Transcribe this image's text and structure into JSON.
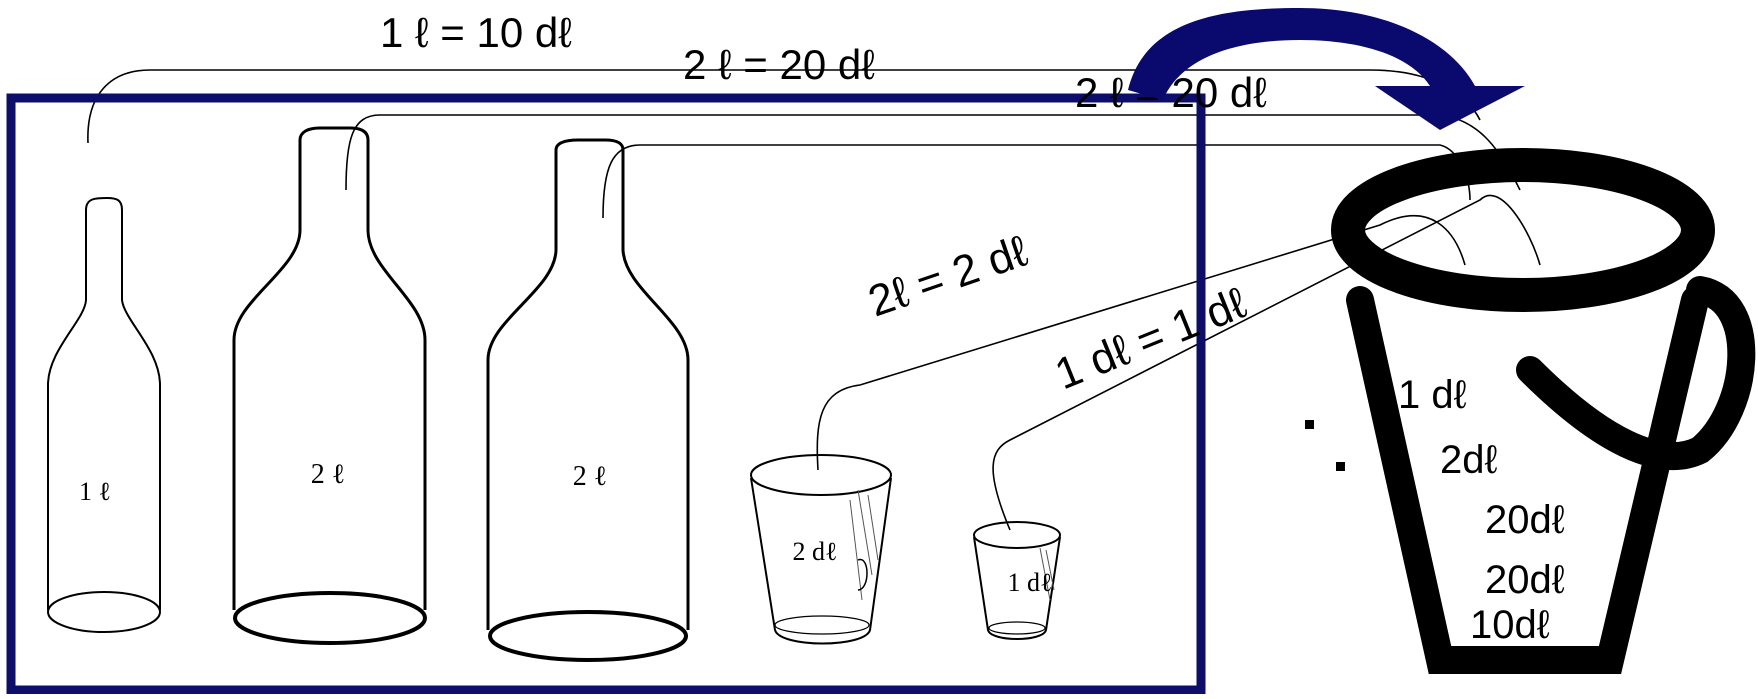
{
  "colors": {
    "frame": "#0d0d6b",
    "arrow": "#0a0a6e",
    "bucket": "#000000",
    "line": "#000000"
  },
  "equations": {
    "eq1": "1 ℓ = 10 dℓ",
    "eq2": "2 ℓ = 20 dℓ",
    "eq3": "2 ℓ = 20 dℓ",
    "eq4": "2ℓ = 2 dℓ",
    "eq5": "1 dℓ = 1 dℓ"
  },
  "containers": {
    "bottle1": "1 ℓ",
    "bottle2": "2 ℓ",
    "bottle3": "2 ℓ",
    "cup_large": "2 dℓ",
    "cup_small": "1 dℓ"
  },
  "bucket": {
    "contents": [
      "1 dℓ",
      "2dℓ",
      "20dℓ",
      "20dℓ",
      "10dℓ"
    ],
    "icon": "bucket-icon"
  },
  "arrow_icon": "curved-arrow-icon"
}
